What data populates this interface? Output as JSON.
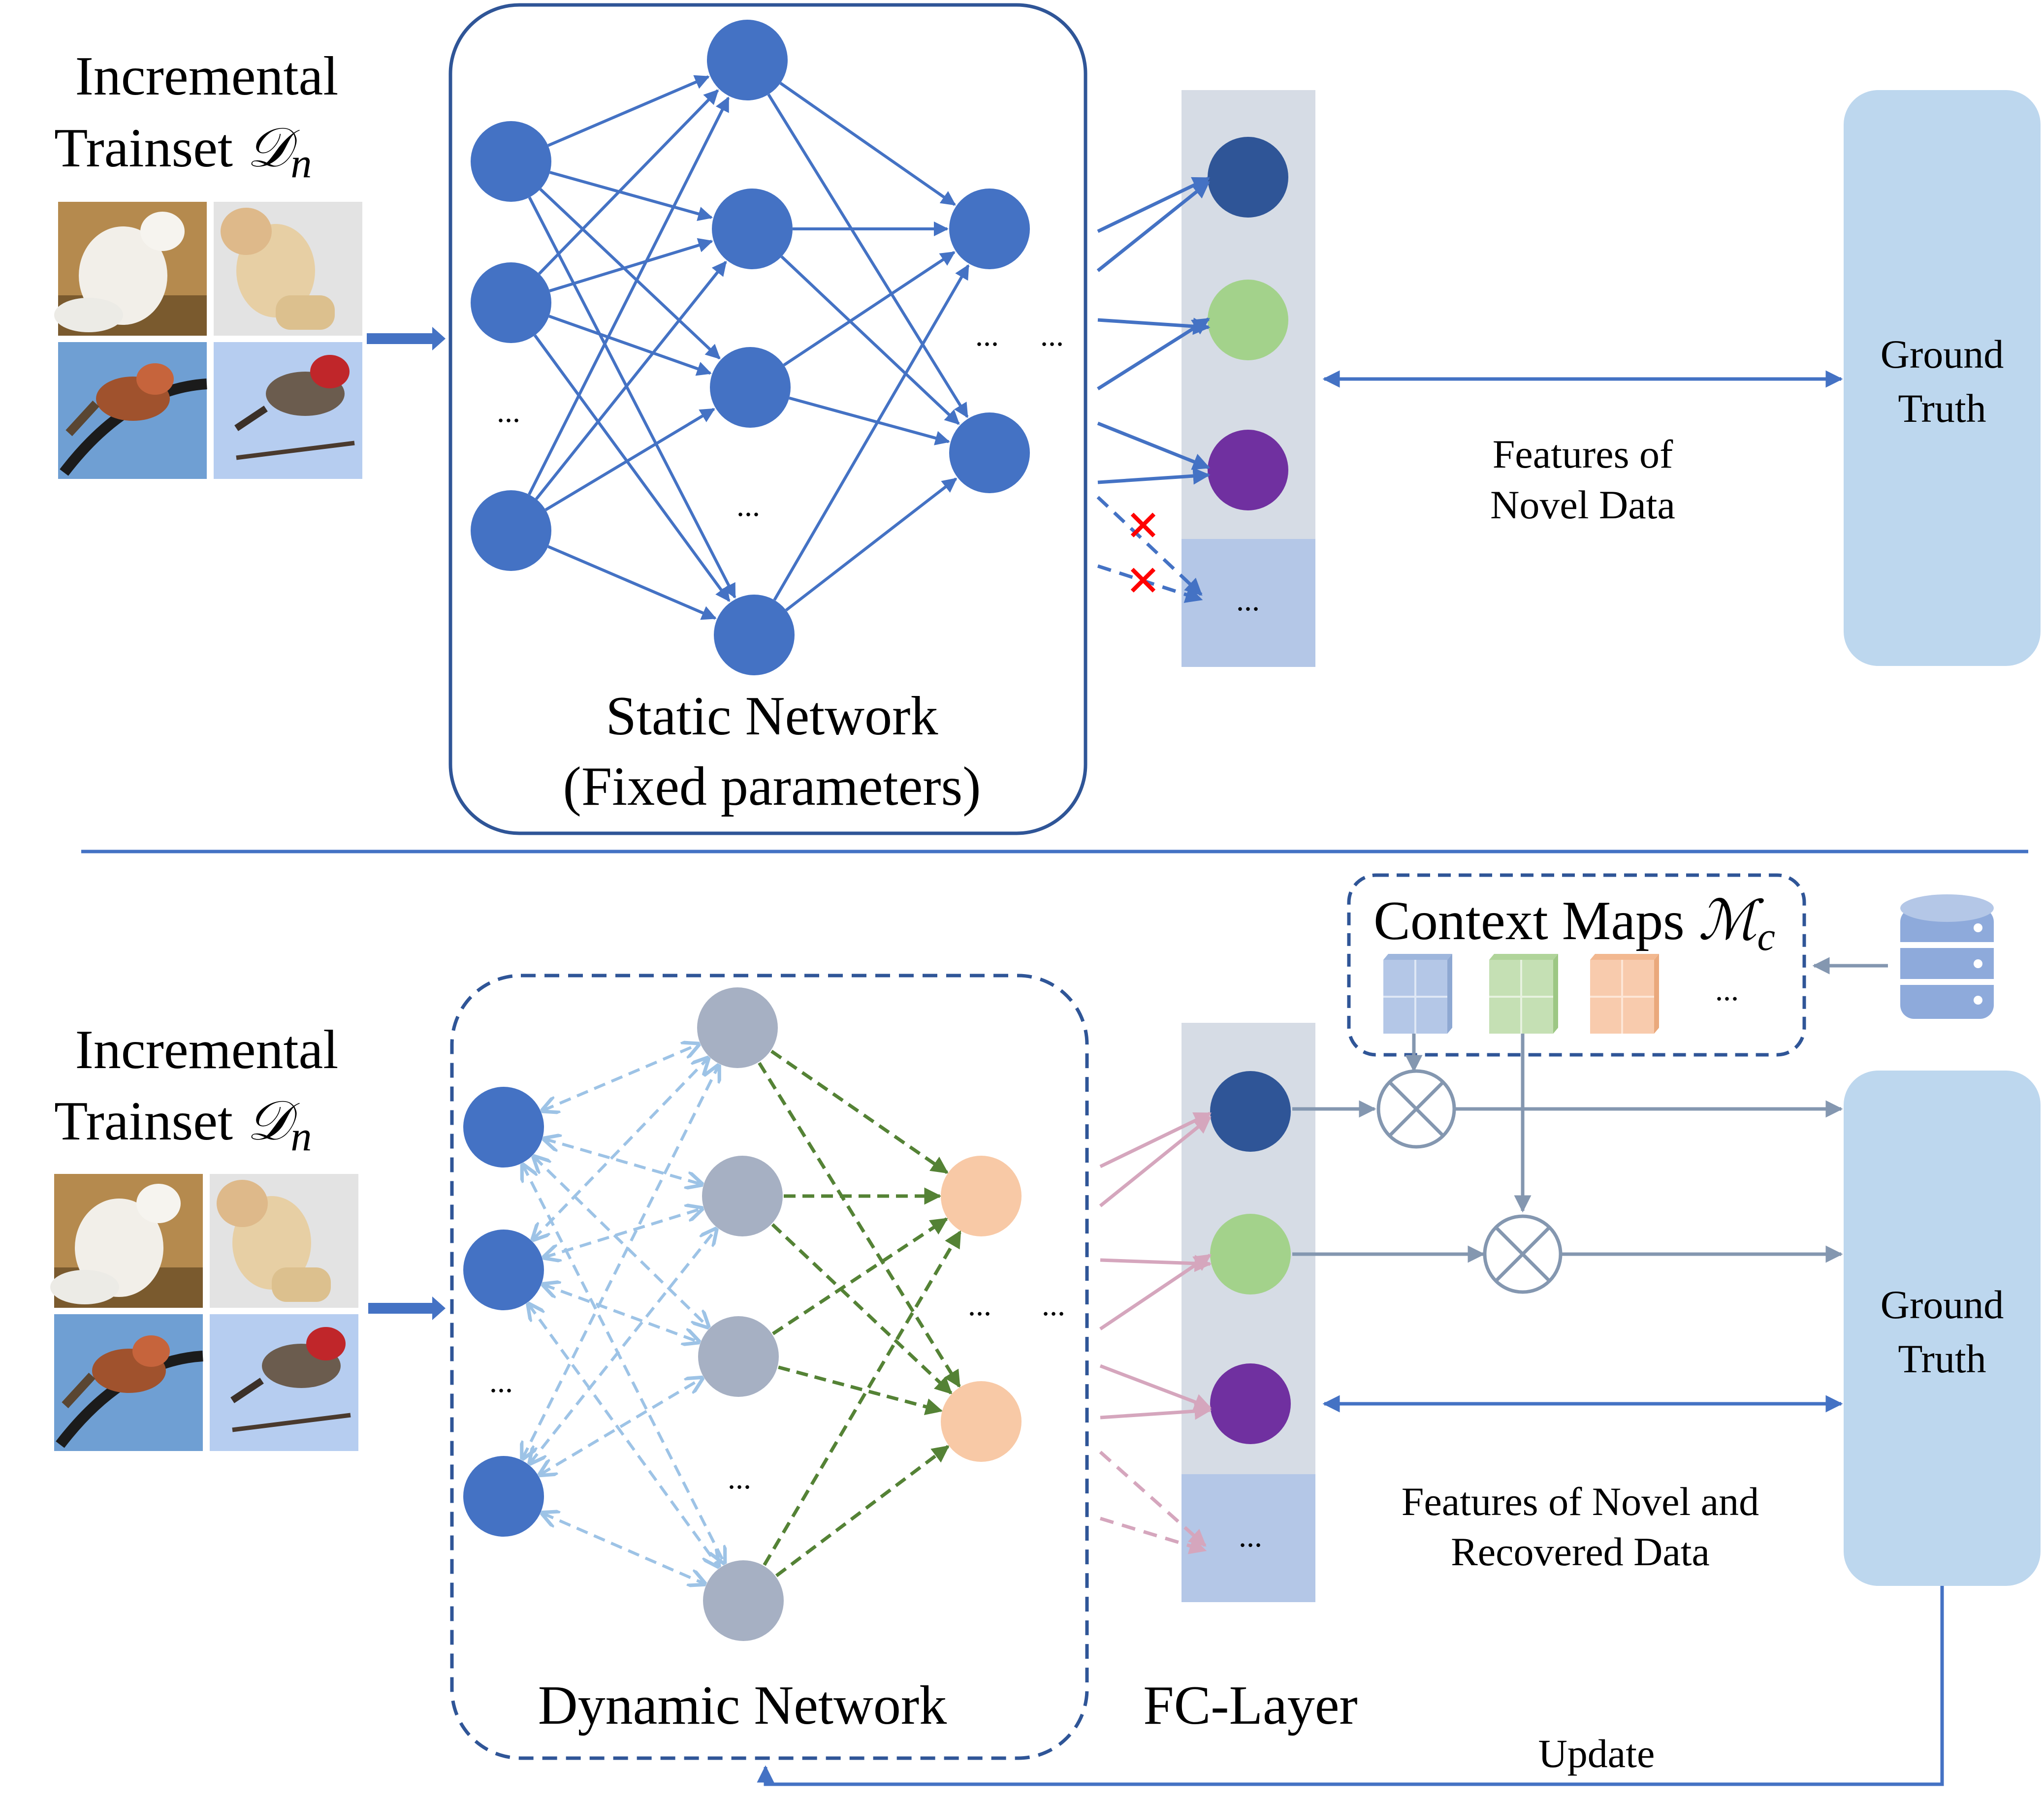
{
  "top": {
    "trainset_label_line1": "Incremental",
    "trainset_label_line2": "Trainset",
    "trainset_symbol": "𝒟",
    "trainset_subscript": "n",
    "network_label_line1": "Static Network",
    "network_label_line2": "(Fixed parameters)",
    "features_label_line1": "Features of",
    "features_label_line2": "Novel Data",
    "ground_truth_line1": "Ground",
    "ground_truth_line2": "Truth",
    "ellipsis": "...",
    "cross_mark": "✕"
  },
  "bottom": {
    "trainset_label_line1": "Incremental",
    "trainset_label_line2": "Trainset",
    "trainset_symbol": "𝒟",
    "trainset_subscript": "n",
    "network_label": "Dynamic Network",
    "fc_layer_label": "FC-Layer",
    "context_maps_label": "Context Maps",
    "context_maps_symbol": "ℳ",
    "context_maps_subscript": "c",
    "features_label_line1": "Features of Novel and",
    "features_label_line2": "Recovered Data",
    "ground_truth_line1": "Ground",
    "ground_truth_line2": "Truth",
    "update_label": "Update",
    "ellipsis": "..."
  },
  "colors": {
    "node_blue": "#4472c4",
    "node_gray": "#a6b0c3",
    "node_peach": "#f8c9a6",
    "fc_dark_blue": "#2f5597",
    "fc_green": "#a3d28b",
    "fc_purple": "#7030a0",
    "fc_panel": "#d6dce5",
    "fc_panel_extra": "#b4c7e7",
    "ground_truth_fill": "#bdd7ee",
    "arrow_blue": "#4472c4",
    "arrow_gray": "#8497b0",
    "arrow_pink": "#d5a6bd",
    "dash_light_blue": "#9dc3e6",
    "dash_green": "#548235",
    "cross_red": "#ff0000",
    "context_blue": "#b4c7e7",
    "context_green": "#c5e0b4",
    "context_peach": "#f8cbad"
  },
  "icons": {
    "database": "database-icon",
    "multiply": "multiply-circle-icon",
    "fox": "arctic-fox-photo",
    "dog": "dog-photo",
    "finch1": "finch-photo",
    "finch2": "finch-on-branch-photo"
  }
}
